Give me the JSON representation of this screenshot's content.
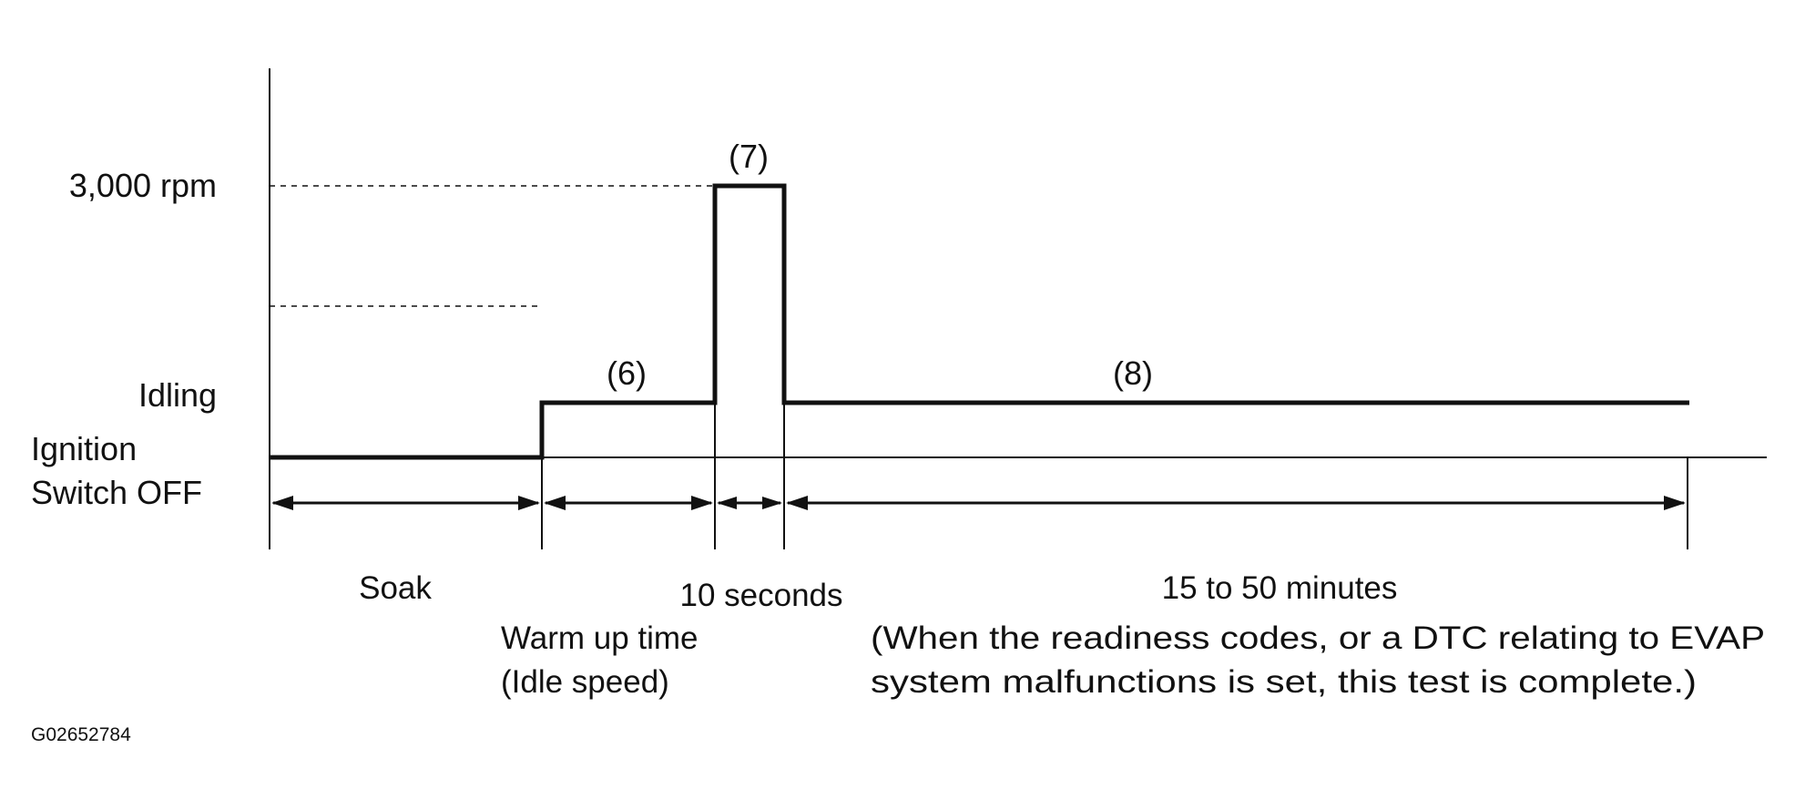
{
  "levels": {
    "high": "3,000 rpm",
    "idle": "Idling",
    "off_line1": "Ignition",
    "off_line2": "Switch OFF"
  },
  "steps": {
    "step6": "(6)",
    "step7": "(7)",
    "step8": "(8)"
  },
  "periods": {
    "soak": "Soak",
    "warmup_line1": "Warm up time",
    "warmup_line2": "(Idle speed)",
    "ten_seconds": "10 seconds",
    "long_duration": "15 to 50 minutes",
    "long_note_line1": "(When the readiness codes, or a DTC relating to EVAP",
    "long_note_line2": "system malfunctions is set, this test is complete.)"
  },
  "figure_id": "G02652784"
}
